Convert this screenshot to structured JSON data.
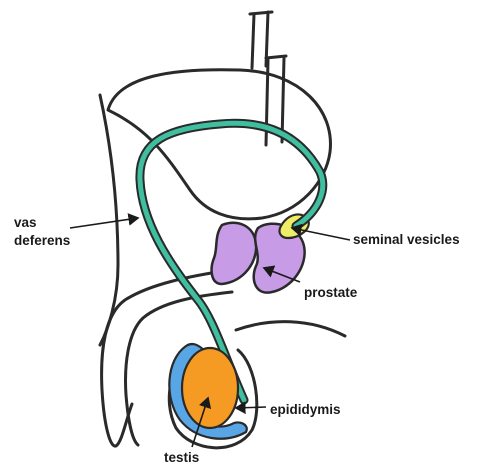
{
  "labels": {
    "vas_deferens_line1": "vas",
    "vas_deferens_line2": "deferens",
    "seminal_vesicles": "seminal vesicles",
    "prostate": "prostate",
    "epididymis": "epididymis",
    "testis": "testis"
  },
  "colors": {
    "outline": "#2a2a2a",
    "vas_deferens": "#3fbf9f",
    "prostate": "#c79be6",
    "seminal_vesicles": "#eeee66",
    "epididymis": "#58a6e6",
    "testis": "#f59a23"
  }
}
